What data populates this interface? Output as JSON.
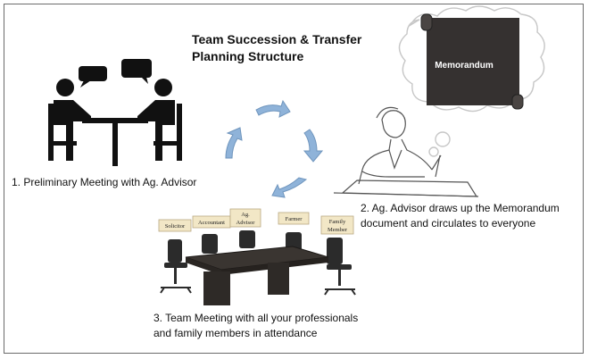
{
  "diagram": {
    "title": "Team Succession & Transfer\nPlanning Structure",
    "steps": [
      {
        "label": "1. Preliminary Meeting with Ag. Advisor"
      },
      {
        "label": "2. Ag. Advisor draws up the Memorandum\ndocument and circulates to everyone"
      },
      {
        "label": "3. Team Meeting with all your professionals\nand family members in attendance"
      }
    ],
    "memorandum_label": "Memorandum",
    "team_signs": [
      "Solicitor",
      "Accountant",
      "Ag.",
      "Advisor",
      "Farmer",
      "Family",
      "Member"
    ],
    "colors": {
      "arrow": "#8fb3d9",
      "figure": "#111111",
      "memo": "#353130",
      "table": "#2e2a27",
      "sign": "#f2e7c6"
    }
  }
}
